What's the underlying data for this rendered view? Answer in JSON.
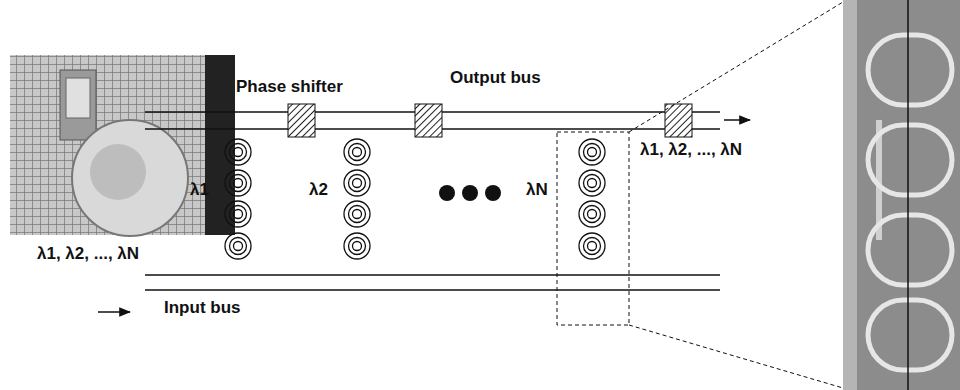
{
  "diagram": {
    "labels": [
      "Phase shifter",
      "Output bus",
      "λ1",
      "λ2",
      "λN",
      "λ1, λ2, ..., λN",
      "λ1, λ2, ..., λN",
      "Input bus"
    ]
  }
}
